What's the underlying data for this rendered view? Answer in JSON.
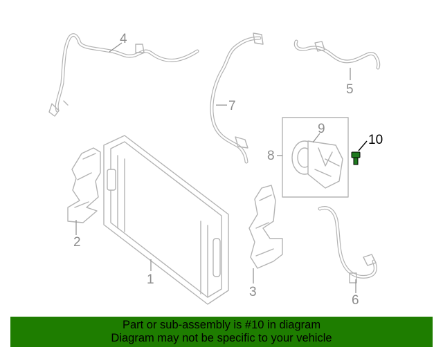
{
  "callouts": {
    "c1": "1",
    "c2": "2",
    "c3": "3",
    "c4": "4",
    "c5": "5",
    "c6": "6",
    "c7": "7",
    "c8": "8",
    "c9": "9",
    "c10": "10"
  },
  "banner": {
    "line1": "Part or sub-assembly is #10 in diagram",
    "line2": "Diagram may not be specific to your vehicle"
  },
  "colors": {
    "banner_bg": "#1e7d00",
    "highlight_part": "#1f7a1f",
    "line_art": "#b3b3b3"
  }
}
